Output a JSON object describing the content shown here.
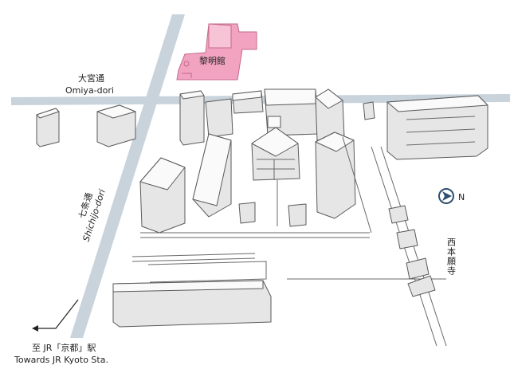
{
  "map": {
    "highlight_color": "#f2a3c0",
    "road_color": "#c8d3dc",
    "roads": {
      "omiya": {
        "name_ja": "大宮通",
        "name_en": "Omiya-dori"
      },
      "shichijo": {
        "name_ja": "七条通",
        "name_en": "Shichijo-dori"
      }
    },
    "highlight_building": {
      "name": "黎明館"
    },
    "temple": {
      "name": "西本願寺"
    },
    "compass": {
      "label": "N",
      "icon": "north-arrow-icon"
    },
    "station": {
      "direction_ja": "至 JR「京都」駅",
      "direction_en": "Towards JR Kyoto Sta.",
      "icon": "arrow-left-icon"
    }
  }
}
